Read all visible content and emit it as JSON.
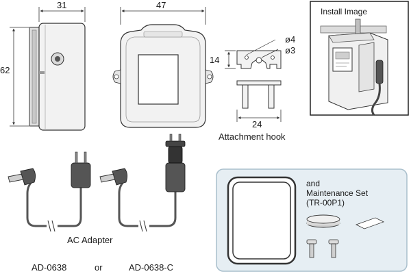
{
  "dimensions": {
    "width_side": "31",
    "height_side": "62",
    "width_front": "47",
    "hook_height": "14",
    "hook_hole_large": "ø4",
    "hook_hole_small": "ø3",
    "hook_width": "24"
  },
  "captions": {
    "attachment_hook": "Attachment hook",
    "install_image": "Install Image",
    "ac_adapter": "AC Adapter",
    "model_a": "AD-0638",
    "or": "or",
    "model_b": "AD-0638-C",
    "maintenance_line1": "and",
    "maintenance_line2": "Maintenance Set",
    "maintenance_line3": "(TR-00P1)"
  },
  "colors": {
    "line": "#333333",
    "device_fill": "#f2f2f2",
    "device_shade": "#d9d9d9",
    "cable": "#555555",
    "panel_bg": "#e6eef3",
    "panel_border": "#a9bfcc"
  }
}
